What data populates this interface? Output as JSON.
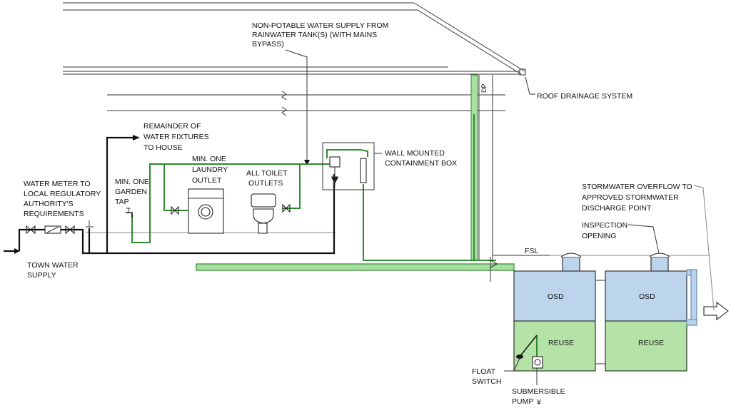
{
  "labels": {
    "non_potable": [
      "NON-POTABLE WATER SUPPLY FROM",
      "RAINWATER TANK(S) (WITH MAINS",
      "BYPASS)"
    ],
    "roof_drainage": "ROOF DRAINAGE SYSTEM",
    "dp": "DP",
    "remainder": [
      "REMAINDER OF",
      "WATER FIXTURES",
      "TO HOUSE"
    ],
    "laundry": [
      "MIN. ONE",
      "LAUNDRY",
      "OUTLET"
    ],
    "toilet": [
      "ALL TOILET",
      "OUTLETS"
    ],
    "garden": [
      "MIN. ONE",
      "GARDEN",
      "TAP"
    ],
    "containment": [
      "WALL MOUNTED",
      "CONTAINMENT BOX"
    ],
    "meter": [
      "WATER METER TO",
      "LOCAL REGULATORY",
      "AUTHORITY'S",
      "REQUIREMENTS"
    ],
    "town_supply": [
      "TOWN WATER",
      "SUPPLY"
    ],
    "overflow": [
      "STORMWATER OVERFLOW TO",
      "APPROVED STORMWATER",
      "DISCHARGE POINT"
    ],
    "inspection": [
      "INSPECTION",
      "OPENING"
    ],
    "fsl": "FSL",
    "osd": "OSD",
    "reuse": "REUSE",
    "float_switch": [
      "FLOAT",
      "SWITCH"
    ],
    "pump": [
      "SUBMERSIBLE",
      "PUMP"
    ],
    "pump_symbol": "¥"
  },
  "colors": {
    "reuse_fill": "#b5e2a6",
    "osd_fill": "#bcd5ec",
    "pipe_green": "#2e8b2e",
    "mains_black": "#111111"
  }
}
